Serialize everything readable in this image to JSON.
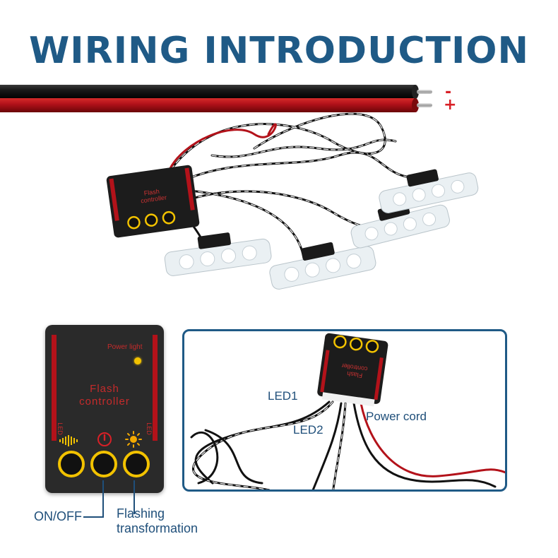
{
  "title": "WIRING INTRODUCTION",
  "polarity": {
    "negative": "-",
    "positive": "+"
  },
  "controller": {
    "power_light": "Power light",
    "name_line1": "Flash",
    "name_line2": "controller",
    "side_label_left": "LED",
    "side_label_right": "LED"
  },
  "labels": {
    "on_off": "ON/OFF",
    "flashing_line1": "Flashing",
    "flashing_line2": "transformation",
    "led1": "LED1",
    "led2": "LED2",
    "power_cord": "Power cord"
  },
  "colors": {
    "title_blue": "#1f5a86",
    "label_blue": "#1f4f7a",
    "wire_red": "#b3121a",
    "wire_black": "#111111",
    "accent_yellow": "#f2c200"
  }
}
